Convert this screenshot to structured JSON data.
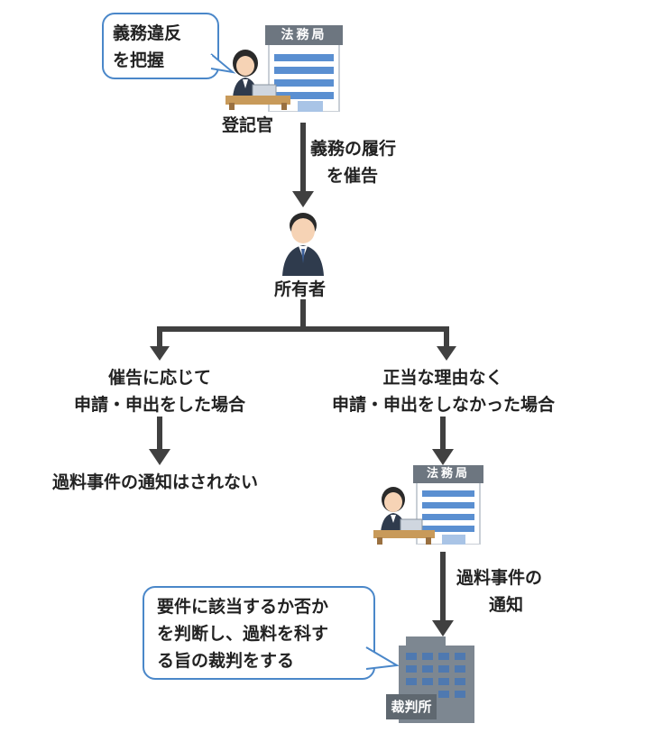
{
  "registrar_bubble": {
    "lines": [
      "義務違反",
      "を把握"
    ]
  },
  "building_sign": "法務局",
  "registrar_label": "登記官",
  "demand_label": {
    "lines": [
      "義務の履行",
      "を催告"
    ]
  },
  "owner_label": "所有者",
  "left_branch": {
    "lines": [
      "催告に応じて",
      "申請・申出をした場合"
    ],
    "result": "過料事件の通知はされない"
  },
  "right_branch": {
    "lines": [
      "正当な理由なく",
      "申請・申出をしなかった場合"
    ]
  },
  "building_sign_2": "法務局",
  "notify_label": {
    "lines": [
      "過料事件の",
      "通知"
    ]
  },
  "court_bubble": {
    "lines": [
      "要件に該当するか否か",
      "を判断し、過料を科す",
      "る旨の裁判をする"
    ]
  },
  "court_sign": "裁判所",
  "colors": {
    "arrow": "#404040",
    "bubble_border": "#4a87c9",
    "building_blue": "#5a8fd1",
    "sign_gray": "#6d7680"
  }
}
